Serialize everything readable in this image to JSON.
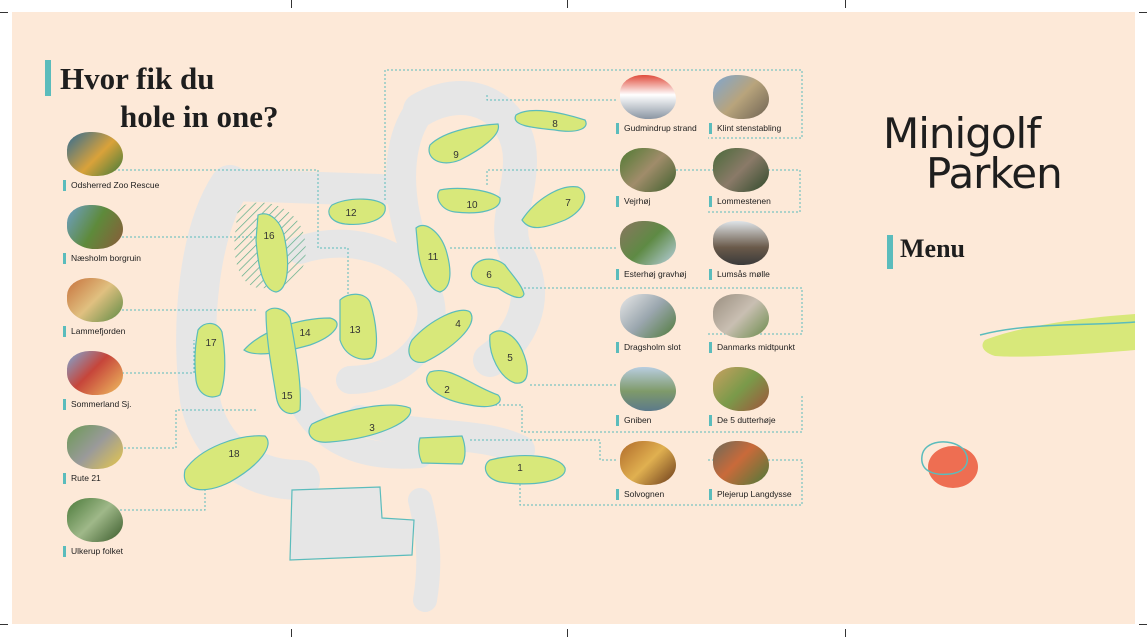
{
  "header": {
    "title_line1": "Hvor fik du",
    "title_line2": "hole in one?"
  },
  "brand": {
    "line1": "Minigolf",
    "line2": "Parken"
  },
  "menu": {
    "label": "Menu"
  },
  "colors": {
    "background": "#fde9d8",
    "accent": "#5bbcbc",
    "green": "#d8e87a",
    "path": "#e6e6e6",
    "marker": "#ee6e52"
  },
  "holes": [
    "1",
    "2",
    "3",
    "4",
    "5",
    "6",
    "7",
    "8",
    "9",
    "10",
    "11",
    "12",
    "13",
    "14",
    "15",
    "16",
    "17",
    "18"
  ],
  "left_locations": [
    {
      "label": "Odsherred Zoo Rescue"
    },
    {
      "label": "Næsholm borgruin"
    },
    {
      "label": "Lammefjorden"
    },
    {
      "label": "Sommerland Sj."
    },
    {
      "label": "Rute 21"
    },
    {
      "label": "Ulkerup folket"
    }
  ],
  "right_locations": [
    {
      "label": "Gudmindrup strand"
    },
    {
      "label": "Klint stenstabling"
    },
    {
      "label": "Vejrhøj"
    },
    {
      "label": "Lommestenen"
    },
    {
      "label": "Esterhøj gravhøj"
    },
    {
      "label": "Lumsås mølle"
    },
    {
      "label": "Dragsholm slot"
    },
    {
      "label": "Danmarks midtpunkt"
    },
    {
      "label": "Gniben"
    },
    {
      "label": "De 5 dutterhøje"
    },
    {
      "label": "Solvognen"
    },
    {
      "label": "Plejerup Langdysse"
    }
  ]
}
